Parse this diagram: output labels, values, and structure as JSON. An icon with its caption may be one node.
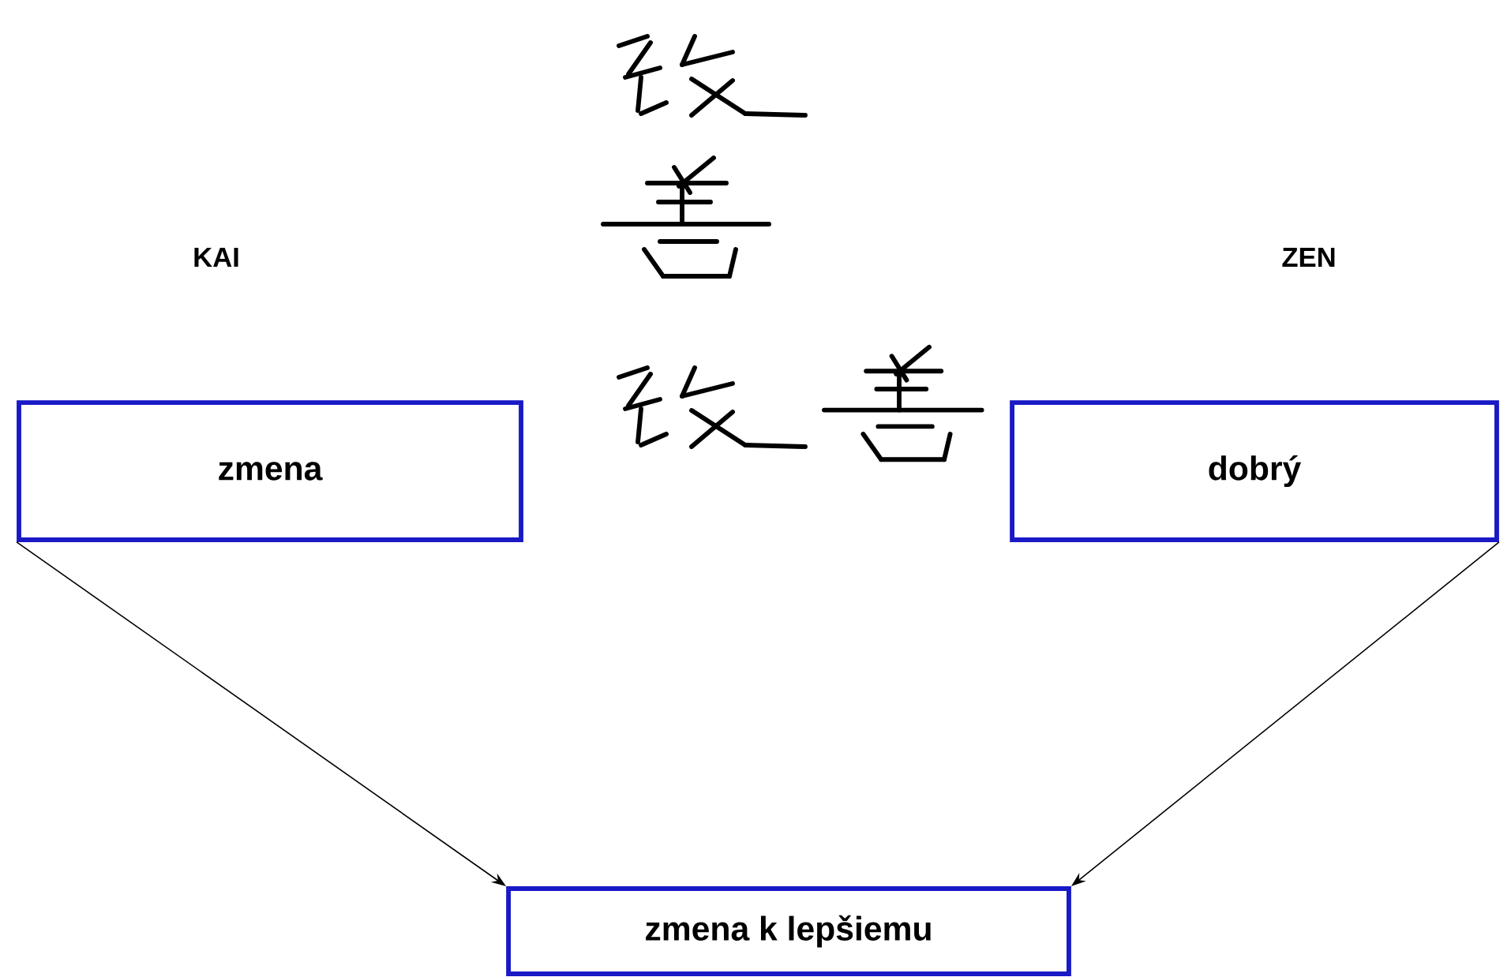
{
  "diagram": {
    "nodes": [
      {
        "text": [
          "zmena"
        ]
      },
      {
        "text": [
          "dobrý"
        ]
      },
      {
        "text": [
          "zmena k lepšiemu"
        ]
      }
    ],
    "edges": [
      {
        "from": 0,
        "to": 2,
        "arrow": "to"
      },
      {
        "from": 1,
        "to": 2,
        "arrow": "to"
      }
    ],
    "labels": [
      "KAI",
      "ZEN"
    ]
  }
}
